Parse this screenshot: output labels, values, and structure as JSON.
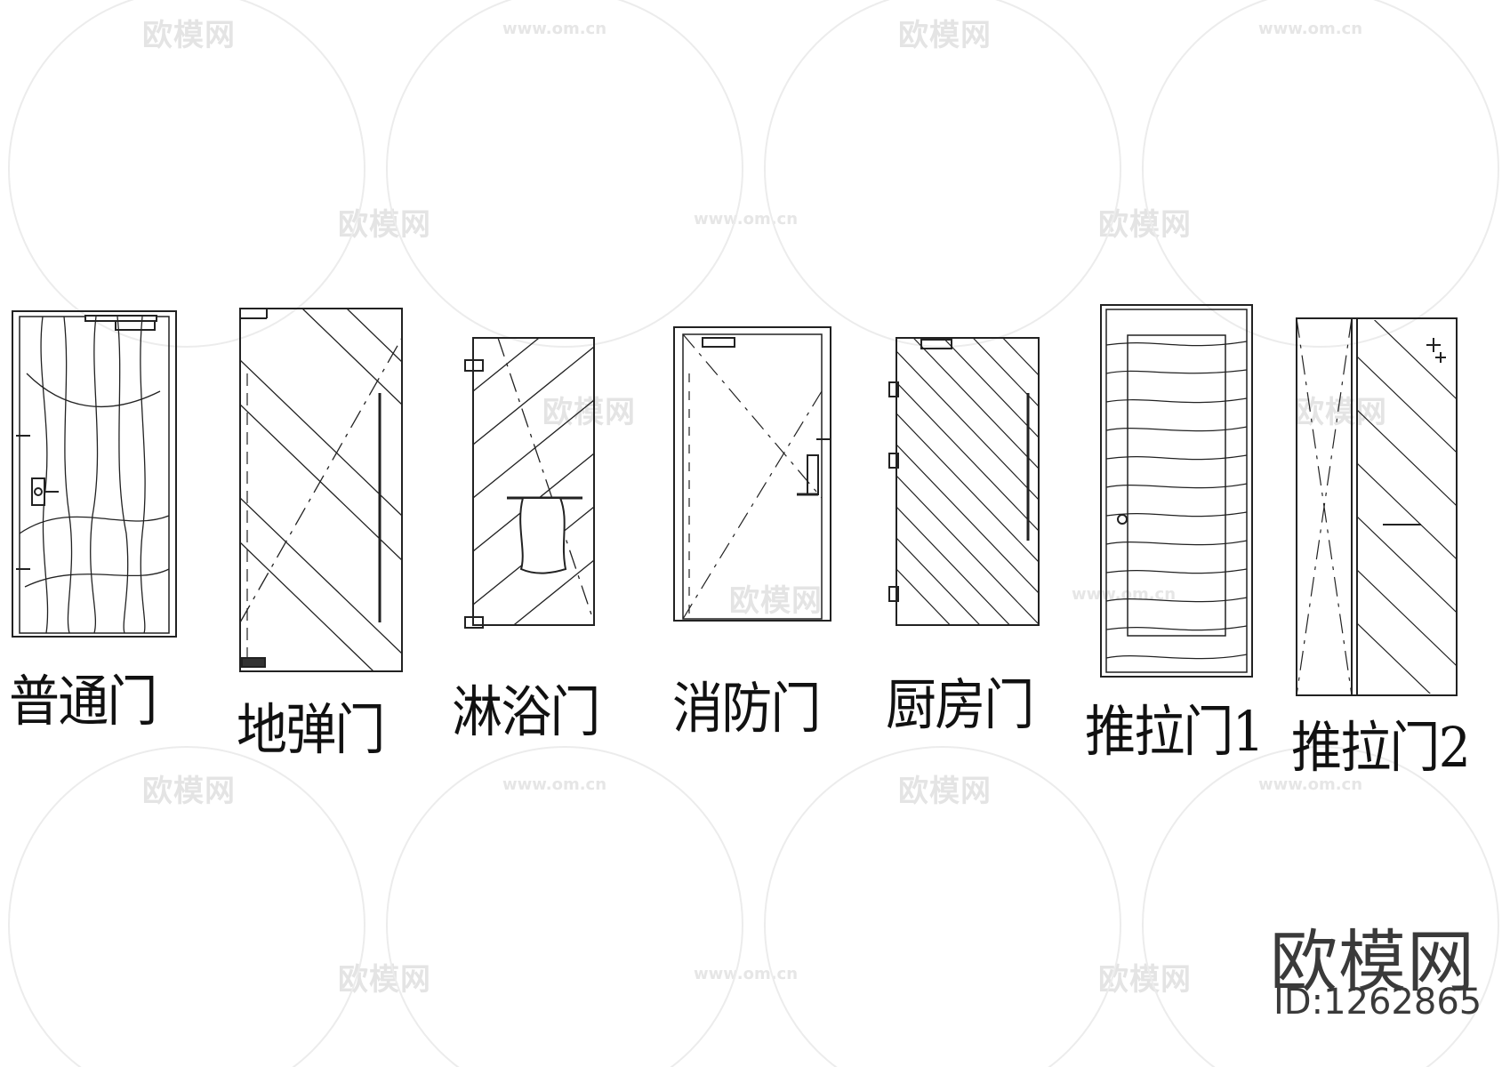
{
  "watermark": {
    "logo_text": "欧模网",
    "url_text": "www.om.cn"
  },
  "doors": [
    {
      "id": "normal",
      "label": "普通门",
      "style": "wood-grain"
    },
    {
      "id": "floor-spring",
      "label": "地弹门",
      "style": "glass"
    },
    {
      "id": "shower",
      "label": "淋浴门",
      "style": "glass-towel"
    },
    {
      "id": "fire",
      "label": "消防门",
      "style": "fire"
    },
    {
      "id": "kitchen",
      "label": "厨房门",
      "style": "hatched"
    },
    {
      "id": "sliding-1",
      "label": "推拉门1",
      "style": "wood-panel"
    },
    {
      "id": "sliding-2",
      "label": "推拉门2",
      "style": "sliding-glass"
    }
  ],
  "brand": {
    "name": "欧模网",
    "id_text": "ID:1262865"
  },
  "colors": {
    "line": "#222222",
    "watermark": "#e4e4e4",
    "brand": "#3a3a3a"
  }
}
